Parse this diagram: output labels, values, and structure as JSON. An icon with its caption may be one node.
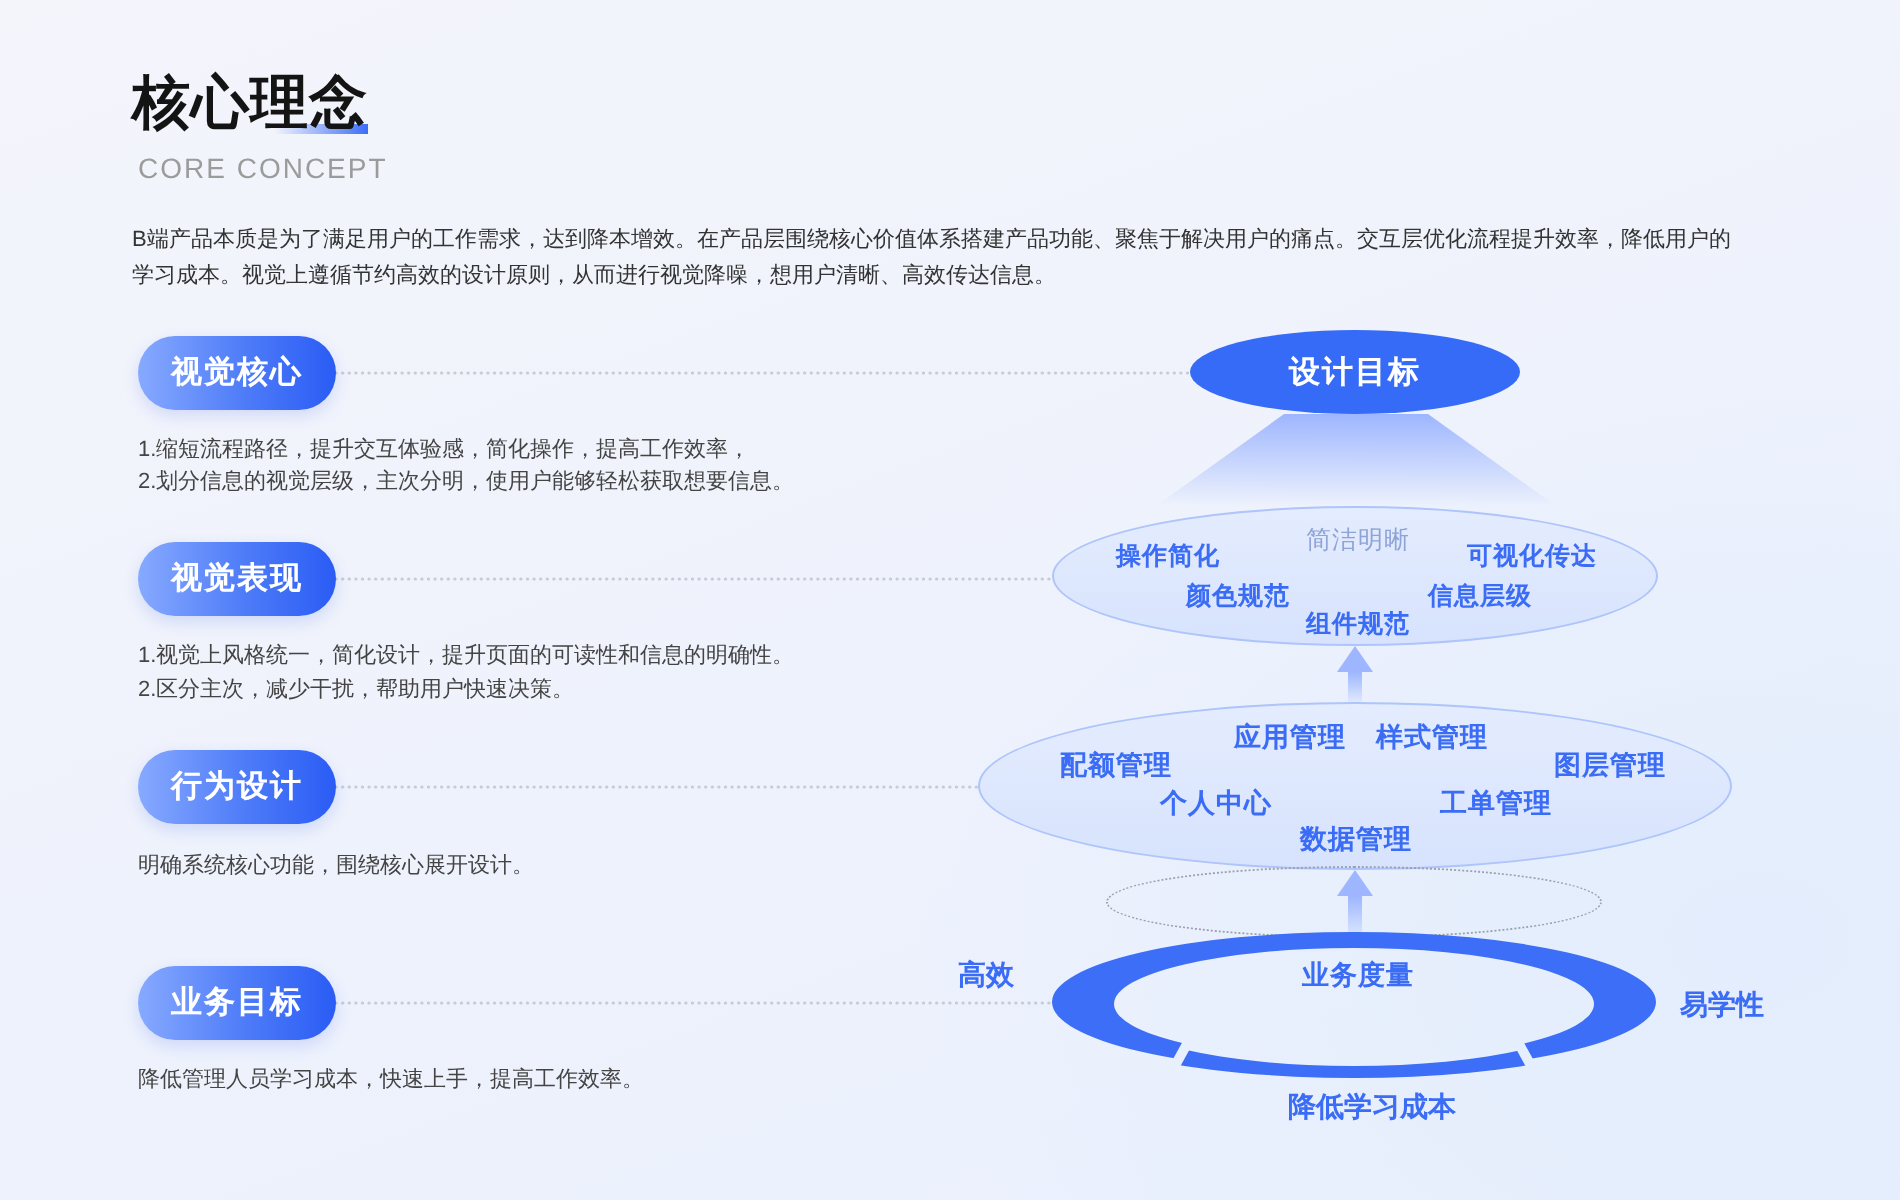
{
  "diagram": {
    "title": "核心理念",
    "nodes": [
      {
        "text": [
          "视觉核心"
        ],
        "beside": [
          "1.缩短流程路径，提升交互体验感，简化操作，提高工作效率，",
          "2.划分信息的视觉层级，主次分明，使用户能够轻松获取想要信息。"
        ]
      },
      {
        "text": [
          "设计目标"
        ]
      },
      {
        "text": [],
        "shape": "trapezoid"
      },
      {
        "text": [
          "视觉表现"
        ],
        "beside": [
          "1.视觉上风格统一，简化设计，提升页面的可读性和信息的明确性。",
          "2.区分主次，减少干扰，帮助用户快速决策。"
        ]
      },
      {
        "text": [
          "简洁明晰",
          "操作简化",
          "可视化传达",
          "颜色规范",
          "信息层级",
          "组件规范"
        ]
      },
      {
        "text": [
          "行为设计"
        ],
        "beside": [
          "明确系统核心功能，围绕核心展开设计。"
        ]
      },
      {
        "text": [
          "应用管理",
          "样式管理",
          "配额管理",
          "图层管理",
          "个人中心",
          "工单管理",
          "数据管理"
        ]
      },
      {
        "text": [],
        "shape": "ellipse"
      },
      {
        "text": [
          "业务目标"
        ],
        "beside": [
          "降低管理人员学习成本，快速上手，提高工作效率。"
        ]
      },
      {
        "text": [
          "业务度量"
        ],
        "beside": [
          "高效",
          "易学性",
          "降低学习成本"
        ]
      }
    ],
    "edges": [
      {
        "from": 0,
        "to": 1,
        "arrow": "none",
        "style": "dashed"
      },
      {
        "from": 3,
        "to": 4,
        "arrow": "none",
        "style": "dashed"
      },
      {
        "from": 5,
        "to": 6,
        "arrow": "none",
        "style": "dashed"
      },
      {
        "from": 8,
        "to": 9,
        "arrow": "none",
        "style": "dashed"
      },
      {
        "from": 6,
        "to": 4,
        "arrow": "to",
        "style": "thick",
        "color": "#9db6ff"
      },
      {
        "from": 7,
        "to": 6,
        "arrow": "to",
        "style": "thick",
        "color": "#9db6ff"
      }
    ],
    "labels": [
      "CORE CONCEPT",
      "B端产品本质是为了满足用户的工作需求，达到降本增效。在产品层围绕核心价值体系搭建产品功能、聚焦于解决用户的痛点。交互层优化流程提升效率，降低用户的学习成本。视觉上遵循节约高效的设计原则，从而进行视觉降噪，想用户清晰、高效传达信息。"
    ]
  }
}
